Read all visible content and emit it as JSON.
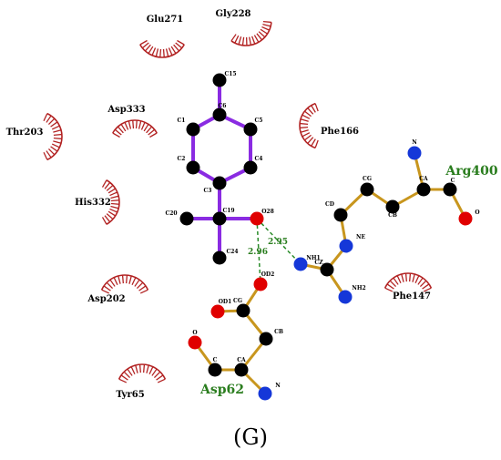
{
  "colors": {
    "ligand_bond": "#8a2be2",
    "residue_bond": "#c8961e",
    "hbond": "#2a8c2a",
    "carbon": "#000000",
    "oxygen": "#e00000",
    "nitrogen": "#1537d8",
    "hydrophobic": "#b22222",
    "hbond_residue_label": "#2a7d1e"
  },
  "hydrophobic_residues": [
    {
      "name": "Glu271"
    },
    {
      "name": "Gly228"
    },
    {
      "name": "Asp333"
    },
    {
      "name": "Thr203"
    },
    {
      "name": "Phe166"
    },
    {
      "name": "His332"
    },
    {
      "name": "Asp202"
    },
    {
      "name": "Phe147"
    },
    {
      "name": "Tyr65"
    }
  ],
  "hbond_residues": [
    {
      "name": "Arg400"
    },
    {
      "name": "Asp62"
    }
  ],
  "atom_labels": [
    "C15",
    "C6",
    "C1",
    "C5",
    "C2",
    "C4",
    "C3",
    "C19",
    "C20",
    "O28",
    "C24",
    "N",
    "CA",
    "C",
    "O",
    "CG",
    "CB",
    "CD",
    "NE",
    "CZ",
    "NH1",
    "NH2",
    "OD2",
    "OD1",
    "CG",
    "CB",
    "O",
    "C",
    "CA",
    "N"
  ],
  "hbond_distances": [
    "2.95",
    "2.96"
  ],
  "caption": "(G)"
}
